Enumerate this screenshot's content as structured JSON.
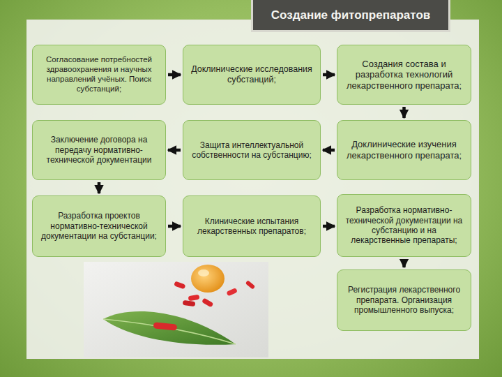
{
  "diagram": {
    "title": "Создание фитопрепаратов",
    "nodes": [
      {
        "text": [
          "Согласование потребностей здравоохранения и научных направлений учёных. Поиск субстанций;"
        ]
      },
      {
        "text": [
          "Доклинические исследования субстанций;"
        ]
      },
      {
        "text": [
          "Создания состава и разработка технологий лекарственного препарата;"
        ]
      },
      {
        "text": [
          "Заключение договора на передачу нормативно-технической документации"
        ]
      },
      {
        "text": [
          "Защита интеллектуальной собственности на субстанцию;"
        ]
      },
      {
        "text": [
          "Доклинические изучения лекарственного препарата;"
        ]
      },
      {
        "text": [
          "Разработка проектов нормативно-технической документации на субстанции;"
        ]
      },
      {
        "text": [
          "Клинические испытания лекарственных препаратов;"
        ]
      },
      {
        "text": [
          "Разработка нормативно-технической документации на субстанцию и на лекарственные препараты;"
        ]
      },
      {
        "text": [
          "Регистрация лекарственного препарата. Организация промышленного выпуска;"
        ]
      }
    ],
    "edges": [
      {
        "from": 0,
        "to": 1,
        "arrow": "to"
      },
      {
        "from": 1,
        "to": 2,
        "arrow": "to"
      },
      {
        "from": 2,
        "to": 5,
        "arrow": "to"
      },
      {
        "from": 5,
        "to": 4,
        "arrow": "to"
      },
      {
        "from": 4,
        "to": 3,
        "arrow": "to"
      },
      {
        "from": 3,
        "to": 6,
        "arrow": "to"
      },
      {
        "from": 6,
        "to": 7,
        "arrow": "to"
      },
      {
        "from": 7,
        "to": 8,
        "arrow": "to"
      },
      {
        "from": 8,
        "to": 9,
        "arrow": "to"
      }
    ]
  }
}
